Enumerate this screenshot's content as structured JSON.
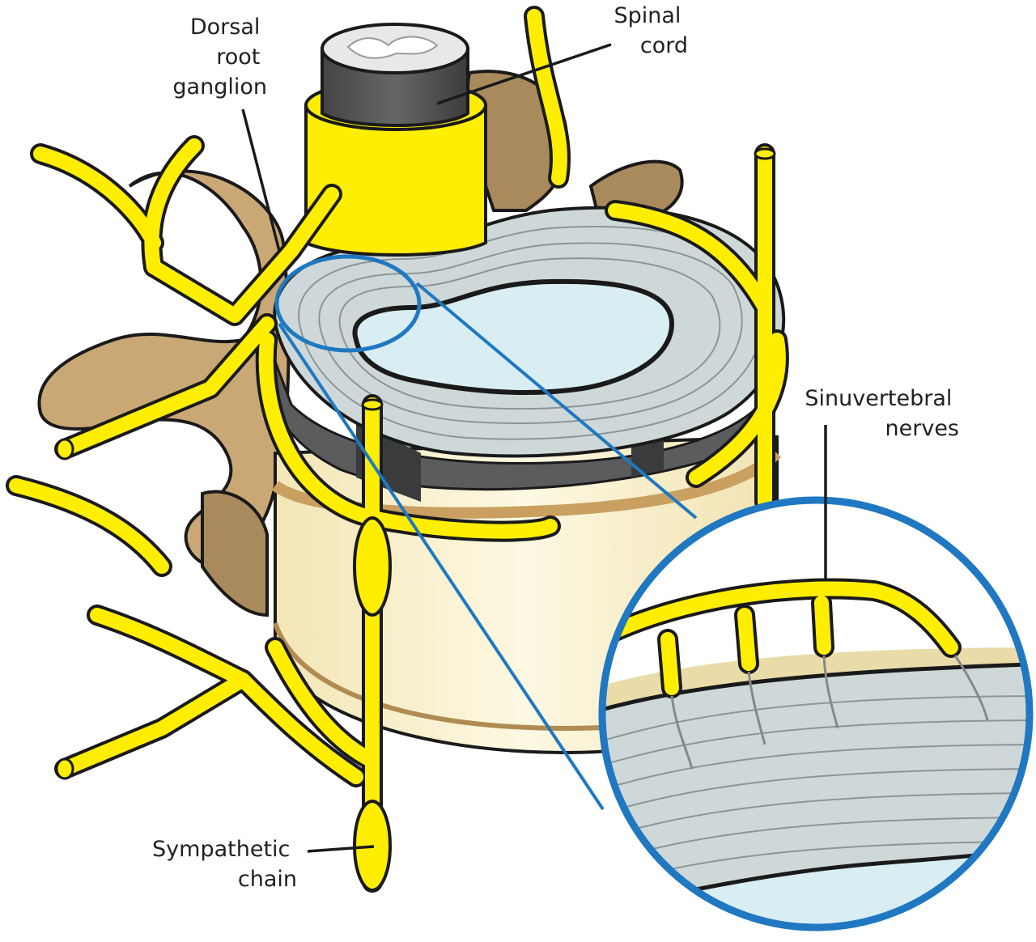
{
  "labels": {
    "dorsal_root_ganglion": [
      "Dorsal",
      "root",
      "ganglion"
    ],
    "spinal_cord": [
      "Spinal",
      "cord"
    ],
    "sinuvertebral_nerves": [
      "Sinuvertebral",
      "nerves"
    ],
    "sympathetic_chain": [
      "Sympathetic",
      "chain"
    ]
  },
  "colors": {
    "nerve": "#ffee00",
    "bone": "#c9a876",
    "bone_dark": "#a98a5c",
    "disc_annulus": "#cfd8d8",
    "nucleus": "#d8eef2",
    "vertebral_body": "#fdf6d8",
    "cord_gray": "#555759",
    "cord_white": "#e8e8e8",
    "zoom_ring": "#1f78c1",
    "outline": "#1a1a1a"
  },
  "icons": {
    "zoom": "magnified-inset-icon"
  }
}
